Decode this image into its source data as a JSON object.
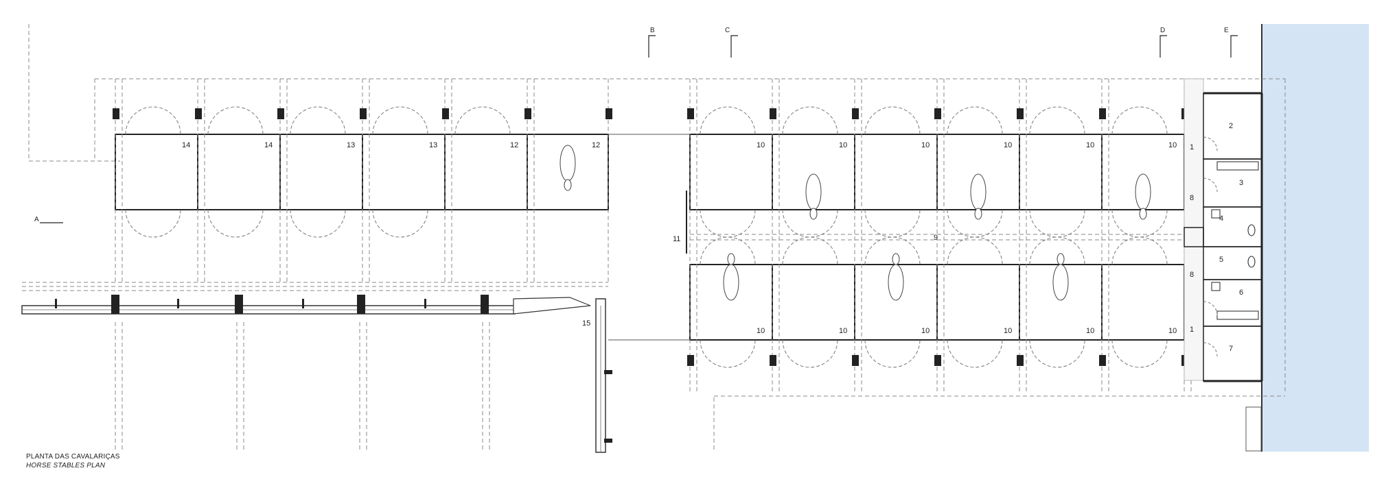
{
  "caption": {
    "title": "PLANTA DAS CAVALARIÇAS",
    "subtitle": "HORSE STABLES PLAN"
  },
  "section_markers": [
    "A",
    "B",
    "C",
    "D",
    "E"
  ],
  "west_stable_numbers": [
    "14",
    "14",
    "13",
    "13",
    "12",
    "12"
  ],
  "east_top_numbers": [
    "10",
    "10",
    "10",
    "10",
    "10",
    "10"
  ],
  "east_bottom_numbers": [
    "10",
    "10",
    "10",
    "10",
    "10",
    "10"
  ],
  "room_numbers": {
    "r2": "2",
    "r3": "3",
    "r4": "4",
    "r5": "5",
    "r6": "6",
    "r7": "7",
    "r1a": "1",
    "r1b": "1",
    "r8a": "8",
    "r8b": "8",
    "r9": "9",
    "r11": "11",
    "r15": "15"
  },
  "colors": {
    "water": "#d4e4f4",
    "line": "#222222",
    "dash": "#777777",
    "wall": "#444444"
  }
}
